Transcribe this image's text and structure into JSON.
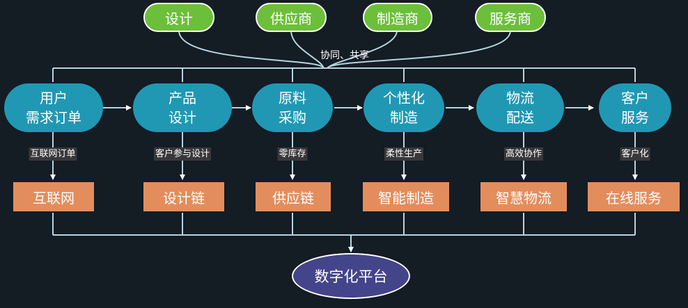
{
  "partners": [
    "设计",
    "供应商",
    "制造商",
    "服务商"
  ],
  "collab_label": "协同、共享",
  "stages": [
    {
      "line1": "用户",
      "line2": "需求订单"
    },
    {
      "line1": "产品",
      "line2": "设计"
    },
    {
      "line1": "原料",
      "line2": "采购"
    },
    {
      "line1": "个性化",
      "line2": "制造"
    },
    {
      "line1": "物流",
      "line2": "配送"
    },
    {
      "line1": "客户",
      "line2": "服务"
    }
  ],
  "edge_labels": [
    "互联网订单",
    "客户参与设计",
    "零库存",
    "柔性生产",
    "高效协作",
    "客户化"
  ],
  "chains": [
    "互联网",
    "设计链",
    "供应链",
    "智能制造",
    "智慧物流",
    "在线服务"
  ],
  "platform": "数字化平台",
  "colors": {
    "background": "#141c24",
    "partner_fill": "#6cbf3a",
    "stage_fill": "#2098b4",
    "chain_fill": "#e38d5d",
    "platform_fill": "#43448a",
    "line": "#b8d4e0"
  }
}
